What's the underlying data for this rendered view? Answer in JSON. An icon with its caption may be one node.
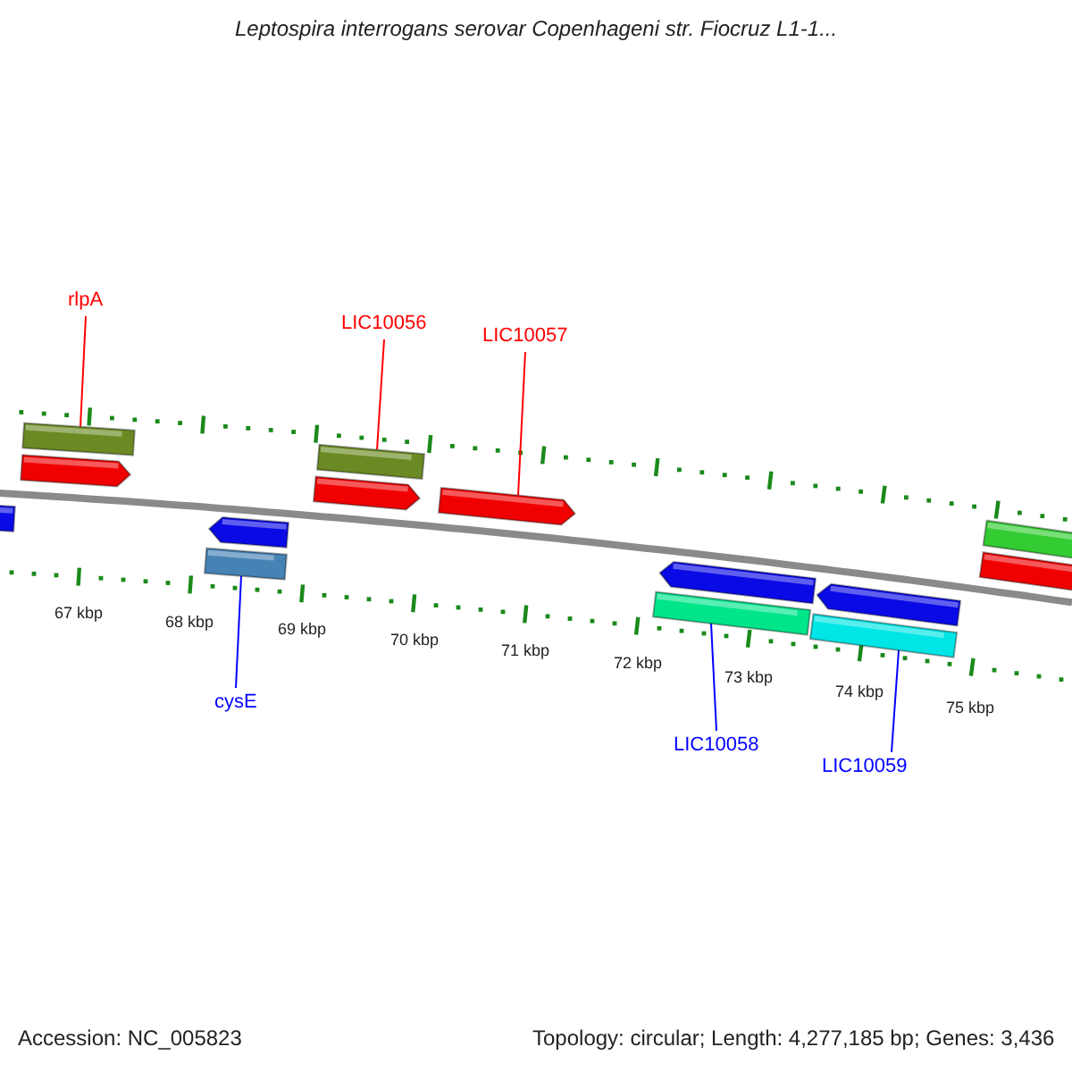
{
  "diagram": {
    "title": "Leptospira interrogans serovar Copenhageni str. Fiocruz L1-1...",
    "nodes": [
      {
        "text": [
          "rlpA"
        ]
      },
      {
        "text": [
          "LIC10056"
        ]
      },
      {
        "text": [
          "LIC10057"
        ]
      },
      {
        "text": [],
        "shape": "bar"
      },
      {
        "text": [],
        "shape": "bar"
      },
      {
        "text": [],
        "shape": "bar"
      },
      {
        "text": [],
        "shape": "bar"
      },
      {
        "text": [],
        "shape": "bar"
      },
      {
        "text": [],
        "shape": "bar"
      },
      {
        "text": [],
        "shape": "bar"
      },
      {
        "text": [],
        "shape": "bar"
      },
      {
        "text": [],
        "shape": "bar"
      },
      {
        "text": [],
        "shape": "bar"
      },
      {
        "text": [],
        "shape": "bar"
      },
      {
        "text": [],
        "shape": "bar"
      },
      {
        "text": [],
        "shape": "bar"
      },
      {
        "text": [],
        "shape": "bar"
      },
      {
        "text": [
          "cysE"
        ]
      },
      {
        "text": [
          "LIC10058"
        ]
      },
      {
        "text": [
          "LIC10059"
        ]
      }
    ],
    "edges": [
      {
        "from": 0,
        "to": 4,
        "arrow": "none",
        "color": "#ff0000"
      },
      {
        "from": 1,
        "to": 8,
        "arrow": "none",
        "color": "#ff0000"
      },
      {
        "from": 2,
        "to": 10,
        "arrow": "none",
        "color": "#ff0000"
      },
      {
        "from": 17,
        "to": 7,
        "arrow": "none",
        "color": "#0000ff"
      },
      {
        "from": 18,
        "to": 12,
        "arrow": "none",
        "color": "#0000ff"
      },
      {
        "from": 19,
        "to": 14,
        "arrow": "none",
        "color": "#0000ff"
      }
    ],
    "labels": [
      "67 kbp",
      "68 kbp",
      "69 kbp",
      "70 kbp",
      "71 kbp",
      "72 kbp",
      "73 kbp",
      "74 kbp",
      "75 kbp",
      "Accession: NC_005823",
      "Topology: circular; Length: 4,277,185 bp; Genes: 3,436"
    ]
  }
}
